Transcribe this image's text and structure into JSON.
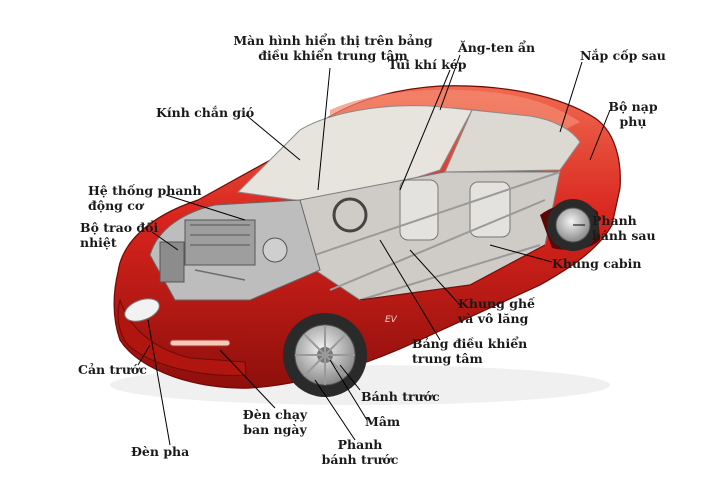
{
  "labels": {
    "dashboard_display": "Màn hình hiển thị trên bảng\nđiều khiển trung tâm",
    "hidden_antenna": "Ăng-ten ẩn",
    "trunk_lid": "Nắp cốp sau",
    "dual_airbag": "Túi khí kép",
    "aux_charger": "Bộ nạp\nphụ",
    "windshield": "Kính chắn gió",
    "engine_brake_system": "Hệ thống phanh\nđộng cơ",
    "heat_exchanger": "Bộ trao đổi\nnhiệt",
    "rear_brake": "Phanh\nbánh sau",
    "cabin_frame": "Khung cabin",
    "seat_frame_steering": "Khung ghế\nvà vô lăng",
    "center_dashboard": "Bảng điều khiển\ntrung tâm",
    "front_bumper": "Cản trước",
    "front_wheel": "Bánh trước",
    "daytime_running_lights": "Đèn chạy\nban ngày",
    "rim": "Mâm",
    "headlight": "Đèn pha",
    "front_brake": "Phanh\nbánh trước",
    "car_badge": "EV"
  },
  "colors": {
    "body": "#d8231c",
    "body_dark": "#8e0f0c",
    "body_light": "#ef5a45",
    "glass": "#e9e6e1",
    "engine": "#b9b9b9",
    "tire": "#2a2a2a",
    "leader": "#000000"
  }
}
